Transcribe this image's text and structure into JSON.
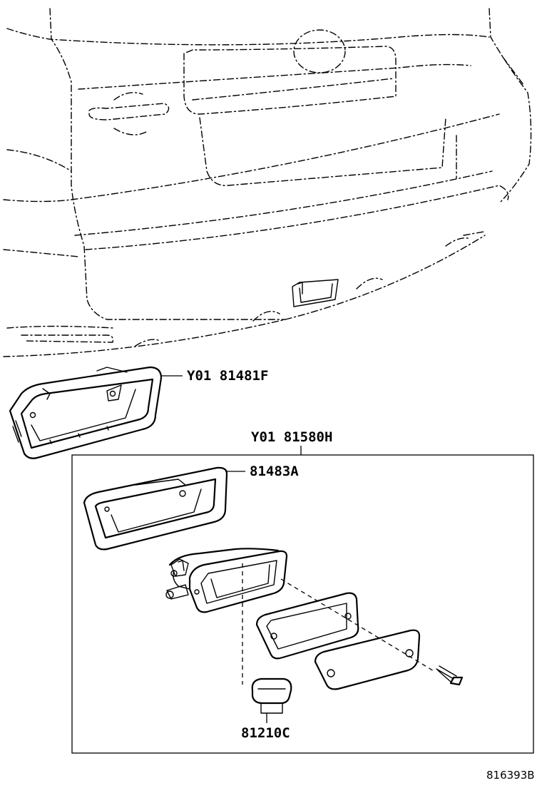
{
  "labels": {
    "garnish_assy": "Y01 81481F",
    "lamp_assy": "Y01 81580H",
    "lamp_garnish": "81483A",
    "bulb": "81210C"
  },
  "illustration_ref": "816393B"
}
